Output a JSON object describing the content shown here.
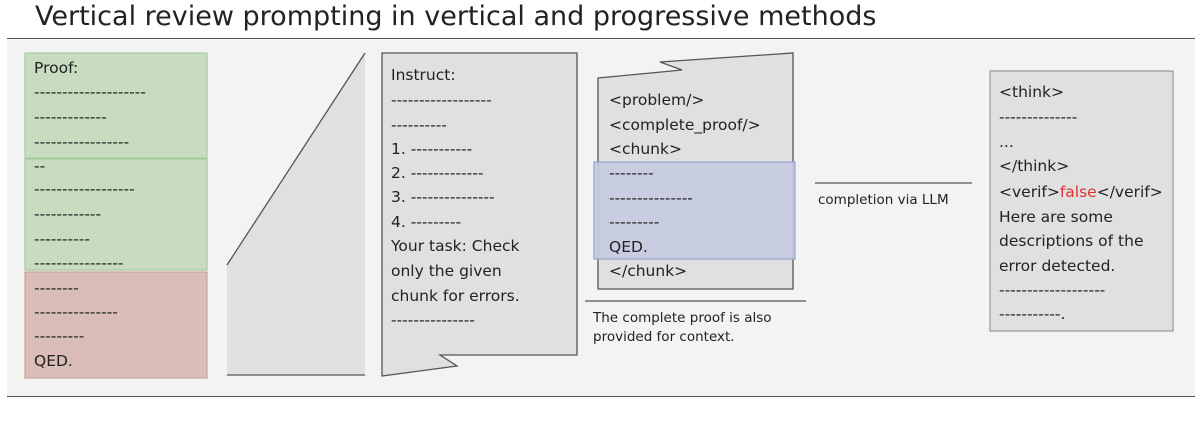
{
  "title": "Vertical review prompting in vertical and progressive methods",
  "proof": {
    "lines": [
      "Proof:",
      "--------------------",
      "-------------",
      "-----------------",
      "--",
      "------------------",
      "------------",
      "----------",
      "----------------",
      "--------",
      "---------------",
      "---------",
      "QED."
    ]
  },
  "instruct": {
    "lines": [
      "Instruct:",
      "------------------",
      "----------",
      "1. -----------",
      "2. -------------",
      "3. ---------------",
      "4. ---------",
      "Your task: Check",
      "only the given",
      "chunk for errors.",
      "---------------"
    ]
  },
  "chunk_prompt": {
    "lines": [
      "<problem/>",
      "<complete_proof/>",
      "<chunk>",
      "--------",
      "---------------",
      "---------",
      "QED.",
      "</chunk>"
    ],
    "caption_line1": "The complete proof is also",
    "caption_line2": "provided for context."
  },
  "arrow_label": "completion via LLM",
  "output": {
    "lines": [
      "<think>",
      "--------------",
      "...",
      "</think>"
    ],
    "verif_open": "<verif>",
    "verif_value": "false",
    "verif_close": "</verif>",
    "desc_lines": [
      "Here are some",
      "descriptions of the",
      "error detected.",
      "-------------------",
      "-----------."
    ]
  },
  "colors": {
    "green_fill": "#c7dcc0",
    "green_border": "#a9c9a0",
    "red_fill": "#d9bdb6",
    "red_border": "#c9a19a",
    "blue_fill": "#c6cbe2",
    "blue_border": "#9aa3cc",
    "doc_fill": "#e0e0e0",
    "false_text": "#dd3333"
  }
}
